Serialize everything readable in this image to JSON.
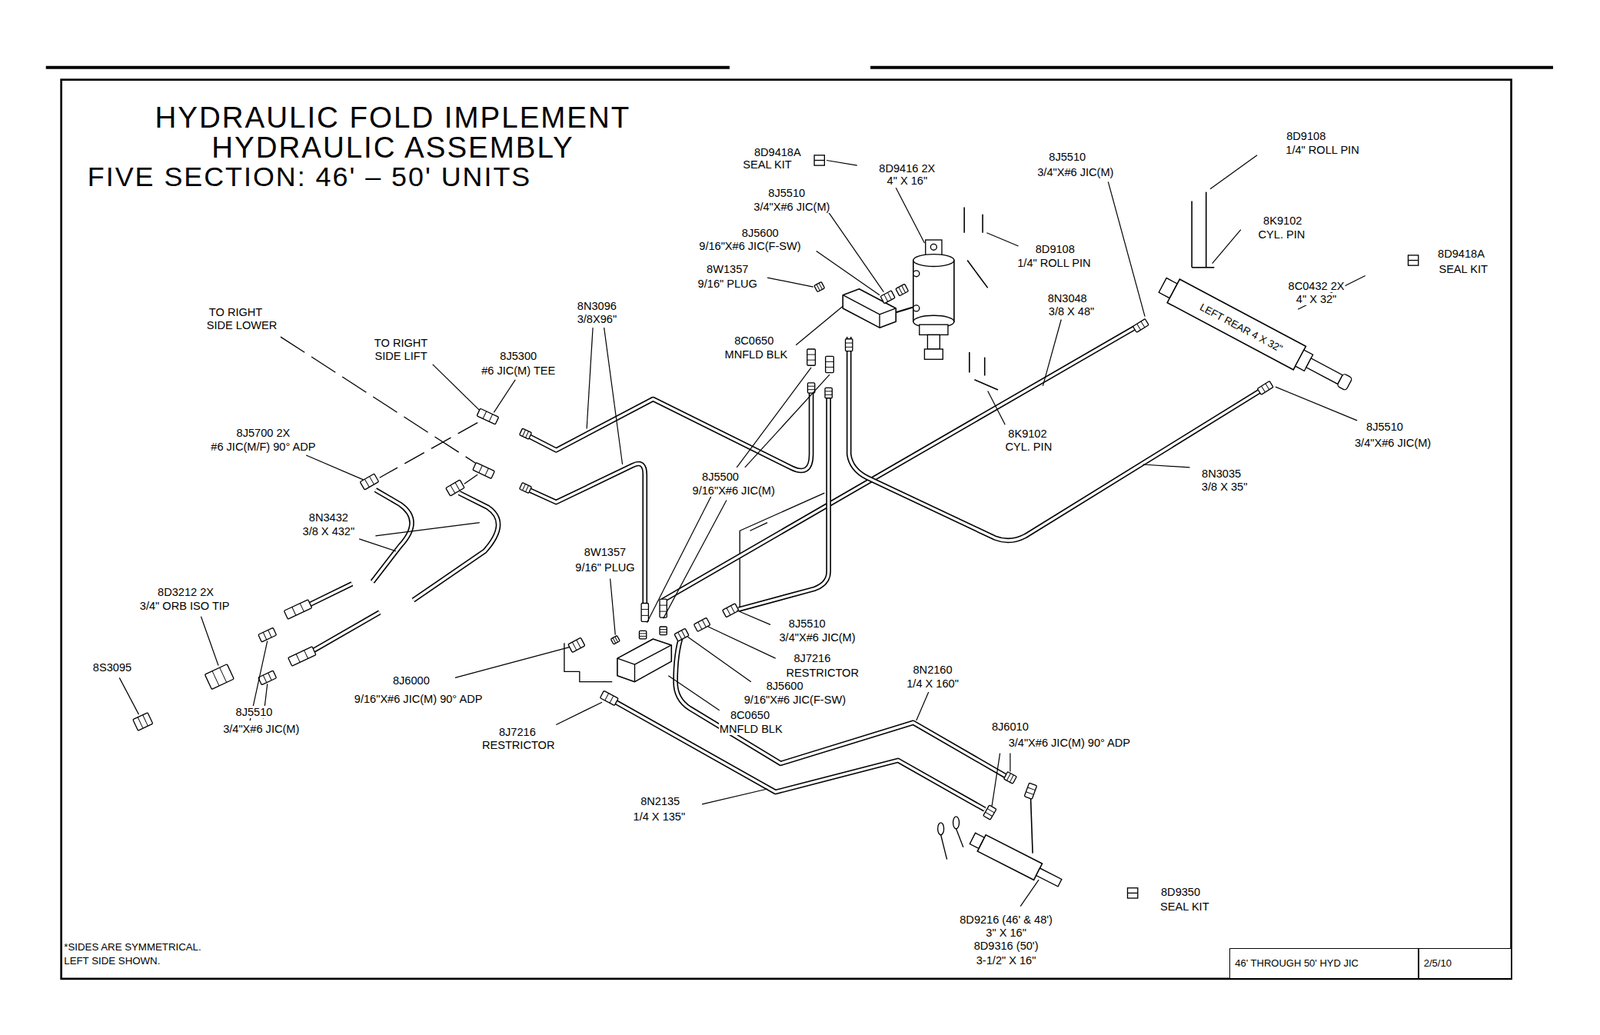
{
  "diagram": {
    "title": "HYDRAULIC FOLD IMPLEMENT HYDRAULIC ASSEMBLY",
    "nodes": [
      {
        "text": [
          "46' THROUGH 50' HYD JIC"
        ]
      },
      {
        "text": [
          "2/5/10"
        ]
      }
    ],
    "labels": [
      "FIVE SECTION: 46' – 50' UNITS",
      "8D9418A",
      "SEAL KIT",
      "8D9416 2X",
      "4\" X 16\"",
      "8J5510",
      "3/4\"X#6 JIC(M)",
      "8J5600",
      "9/16\"X#6 JIC(F-SW)",
      "8W1357",
      "9/16\" PLUG",
      "8D9108",
      "1/4\" ROLL PIN",
      "8J5510",
      "3/4\"X#6 JIC(M)",
      "8D9108",
      "1/4\" ROLL PIN",
      "8K9102",
      "CYL. PIN",
      "8D9418A",
      "SEAL KIT",
      "8C0432 2X",
      "4\" X 32\"",
      "8N3048",
      "3/8 X 48\"",
      "8N3096",
      "3/8X96\"",
      "TO RIGHT",
      "SIDE LOWER",
      "TO RIGHT",
      "SIDE LIFT",
      "8J5300",
      "#6 JIC(M) TEE",
      "8C0650",
      "MNFLD BLK",
      "8K9102",
      "CYL. PIN",
      "8J5510",
      "3/4\"X#6 JIC(M)",
      "8J5700 2X",
      "#6 JIC(M/F) 90° ADP",
      "8J5500",
      "9/16\"X#6 JIC(M)",
      "8N3035",
      "3/8 X 35\"",
      "8N3432",
      "3/8 X 432\"",
      "8W1357",
      "9/16\" PLUG",
      "8D3212 2X",
      "3/4\" ORB ISO TIP",
      "8S3095",
      "8J5510",
      "3/4\"X#6 JIC(M)",
      "8J7216",
      "RESTRICTOR",
      "8N2160",
      "1/4 X 160\"",
      "8J6000",
      "9/16\"X#6 JIC(M) 90° ADP",
      "8J5600",
      "9/16\"X#6 JIC(F-SW)",
      "8C0650",
      "MNFLD BLK",
      "8J5510",
      "3/4\"X#6 JIC(M)",
      "8J6010",
      "3/4\"X#6 JIC(M) 90° ADP",
      "8J7216",
      "RESTRICTOR",
      "8N2135",
      "1/4 X 135\"",
      "8D9350",
      "SEAL KIT",
      "8D9216 (46' & 48')",
      "3\" X 16\"",
      "8D9316 (50')",
      "3-1/2\" X 16\"",
      "LEFT REAR 4 X 32\"",
      "*SIDES ARE SYMMETRICAL.",
      "LEFT SIDE SHOWN."
    ]
  }
}
